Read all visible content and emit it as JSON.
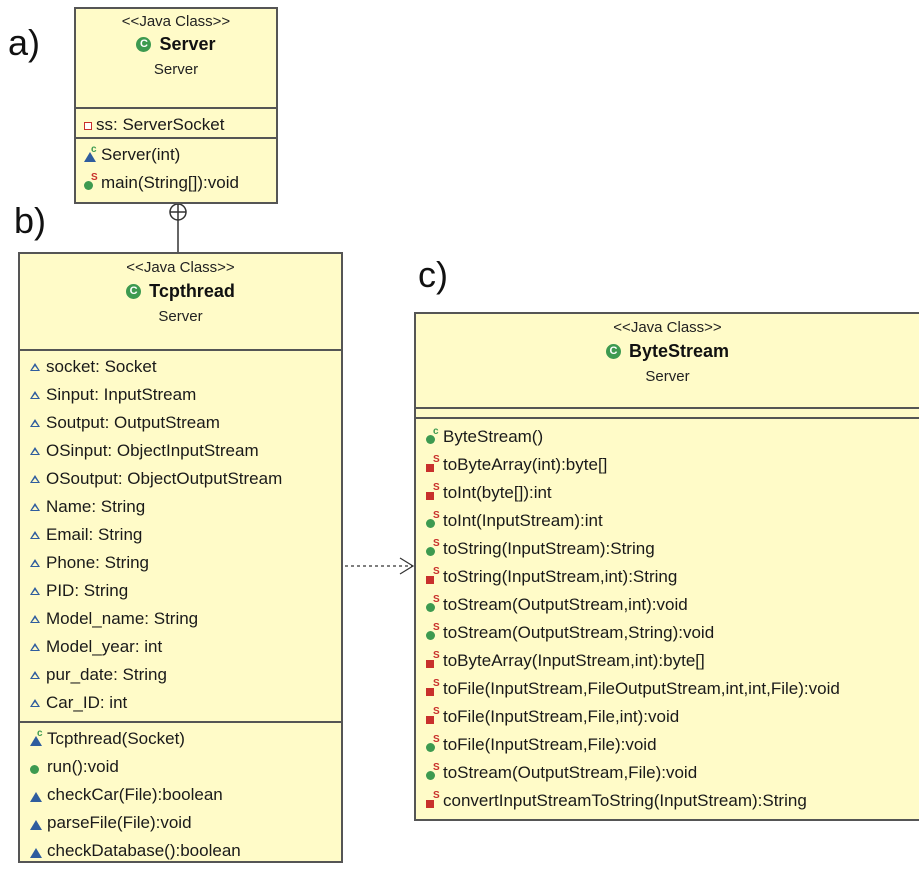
{
  "panels": {
    "a": "a)",
    "b": "b)",
    "c": "c)"
  },
  "server_class": {
    "stereotype": "<<Java Class>>",
    "name": "Server",
    "package": "Server",
    "attributes": [
      "ss: ServerSocket"
    ],
    "methods": [
      "Server(int)",
      "main(String[]):void"
    ]
  },
  "tcpthread_class": {
    "stereotype": "<<Java Class>>",
    "name": "Tcpthread",
    "package": "Server",
    "attributes": [
      "socket: Socket",
      "Sinput: InputStream",
      "Soutput: OutputStream",
      "OSinput: ObjectInputStream",
      "OSoutput: ObjectOutputStream",
      "Name: String",
      "Email: String",
      "Phone: String",
      "PID: String",
      "Model_name: String",
      "Model_year: int",
      "pur_date: String",
      "Car_ID: int"
    ],
    "methods": [
      "Tcpthread(Socket)",
      "run():void",
      "checkCar(File):boolean",
      "parseFile(File):void",
      "checkDatabase():boolean"
    ]
  },
  "bytestream_class": {
    "stereotype": "<<Java Class>>",
    "name": "ByteStream",
    "package": "Server",
    "methods": [
      "ByteStream()",
      "toByteArray(int):byte[]",
      "toInt(byte[]):int",
      "toInt(InputStream):int",
      "toString(InputStream):String",
      "toString(InputStream,int):String",
      "toStream(OutputStream,int):void",
      "toStream(OutputStream,String):void",
      "toByteArray(InputStream,int):byte[]",
      "toFile(InputStream,FileOutputStream,int,int,File):void",
      "toFile(InputStream,File,int):void",
      "toFile(InputStream,File):void",
      "toStream(OutputStream,File):void",
      "convertInputStreamToString(InputStream):String"
    ]
  },
  "icons": {
    "class": "class-icon",
    "private_field": "private-field-icon",
    "package_field": "package-field-icon",
    "public_method": "public-method-icon",
    "private_method": "private-method-icon",
    "constructor": "constructor-icon",
    "nested": "nested-class-icon",
    "dependency": "dependency-arrow-icon"
  },
  "colors": {
    "class_fill": "#fffbc8",
    "border": "#555555",
    "green": "#3d9a50",
    "blue": "#2f5d9e",
    "red": "#c8302c"
  }
}
